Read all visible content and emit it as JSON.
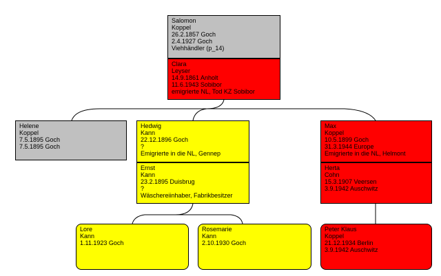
{
  "colors": {
    "gray": "#c0c0c0",
    "red": "#ff0000",
    "yellow": "#ffff00",
    "line": "#000000"
  },
  "persons": {
    "salomon": {
      "lines": [
        "Salomon",
        "Koppel",
        "26.2.1857 Goch",
        "2.4.1927 Goch",
        "Viehhändler (p_14)"
      ]
    },
    "clara": {
      "lines": [
        "Clara",
        "Leyser",
        "14.9.1861 Anholt",
        "11.6.1943 Sobibor",
        "emigrierte NL, Tod KZ Sobibor"
      ]
    },
    "helene": {
      "lines": [
        "Helene",
        "Koppel",
        "7.5.1895 Goch",
        "7.5.1895 Goch"
      ]
    },
    "hedwig": {
      "lines": [
        "Hedwig",
        "Kann",
        "22.12.1896 Goch",
        "?",
        "Emigrierte in die NL, Gennep"
      ]
    },
    "ernst": {
      "lines": [
        "Ernst",
        "Kann",
        "23.2.1895 Duisbrug",
        "?",
        "Wäschereiinhaber, Fabrikbesitzer"
      ]
    },
    "max": {
      "lines": [
        "Max",
        "Koppel",
        "10.5.1899 Goch",
        "31.3.1944 Europe",
        "Emigrierte in die NL, Helmont"
      ]
    },
    "herta": {
      "lines": [
        "Herta",
        "Cohn",
        "15.3.1907 Veersen",
        "3.9.1942 Auschwitz"
      ]
    },
    "lore": {
      "lines": [
        "Lore",
        "Kann",
        "1.11.1923 Goch"
      ]
    },
    "rosemarie": {
      "lines": [
        "Rosemarie",
        "Kann",
        "2.10.1930 Goch"
      ]
    },
    "peter": {
      "lines": [
        "Peter Klaus",
        "Koppel",
        "21.12.1934 Berlin",
        "3.9.1942 Auschwitz"
      ]
    }
  }
}
